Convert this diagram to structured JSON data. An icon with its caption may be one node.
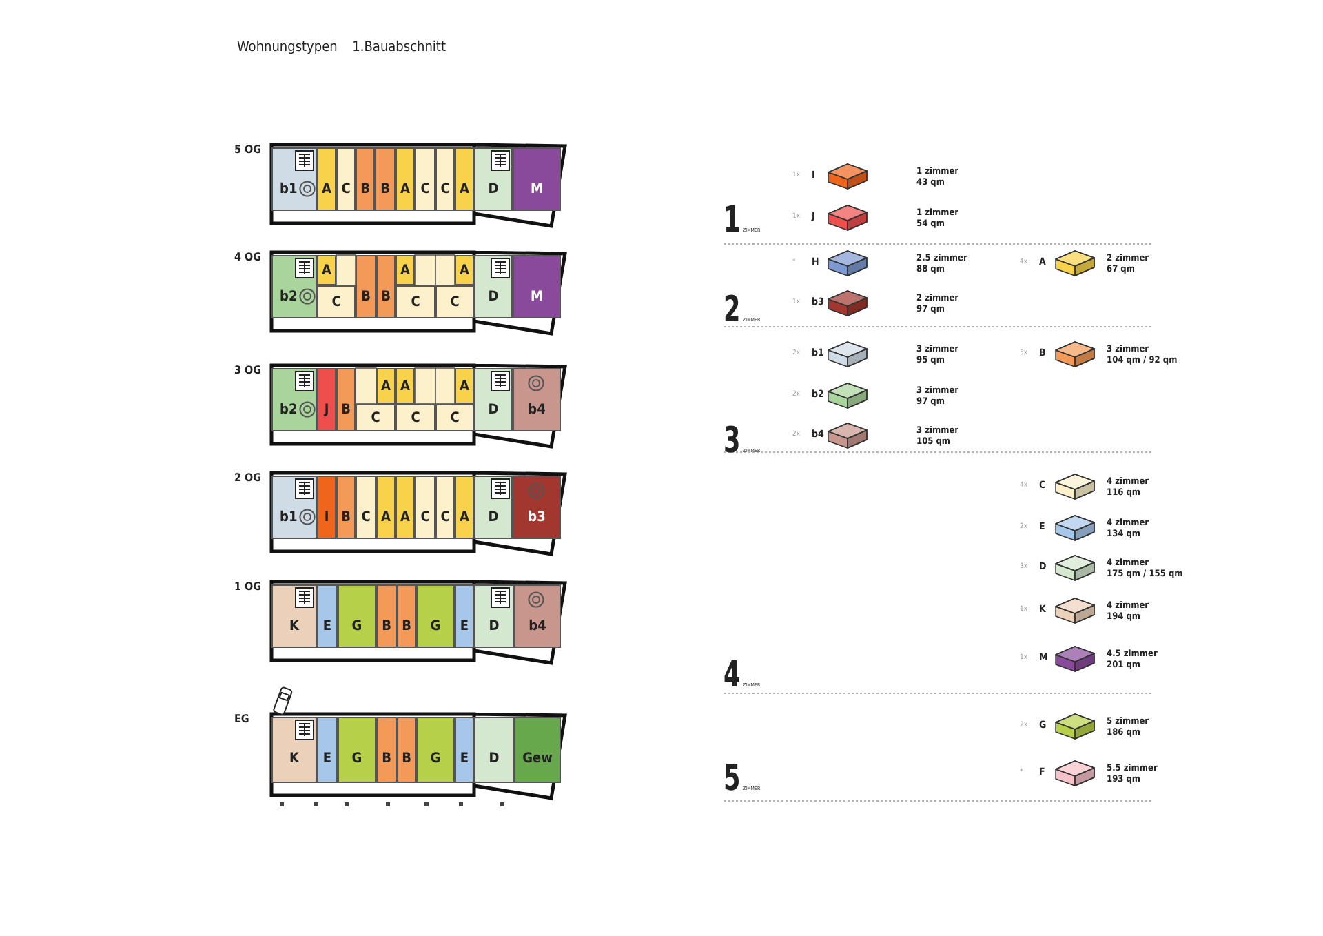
{
  "diagram": {
    "title": "Wohnungstypen 1.Bauabschnitt",
    "nodes": [
      {
        "text": [
          "b1"
        ]
      },
      {
        "text": [
          "A"
        ]
      },
      {
        "text": [
          "C"
        ]
      },
      {
        "text": [
          "B"
        ]
      },
      {
        "text": [
          "B"
        ]
      },
      {
        "text": [
          "A"
        ]
      },
      {
        "text": [
          "C"
        ]
      },
      {
        "text": [
          "C"
        ]
      },
      {
        "text": [
          "A"
        ]
      },
      {
        "text": [
          "D"
        ]
      },
      {
        "text": [
          "M"
        ]
      },
      {
        "text": [
          "b2"
        ]
      },
      {
        "text": [
          "A"
        ]
      },
      {
        "text": [
          "C"
        ]
      },
      {
        "text": [
          "B"
        ]
      },
      {
        "text": [
          "B"
        ]
      },
      {
        "text": [
          "A"
        ]
      },
      {
        "text": [
          "C"
        ]
      },
      {
        "text": [
          "A"
        ]
      },
      {
        "text": [
          "C"
        ]
      },
      {
        "text": [
          "D"
        ]
      },
      {
        "text": [
          "M"
        ]
      },
      {
        "text": [
          "b2"
        ]
      },
      {
        "text": [
          "J"
        ]
      },
      {
        "text": [
          "B"
        ]
      },
      {
        "text": [
          "C"
        ]
      },
      {
        "text": [
          "A"
        ]
      },
      {
        "text": [
          "A"
        ]
      },
      {
        "text": [
          "C"
        ]
      },
      {
        "text": [
          "A"
        ]
      },
      {
        "text": [
          "C"
        ]
      },
      {
        "text": [
          "D"
        ]
      },
      {
        "text": [
          "b4"
        ]
      },
      {
        "text": [
          "b1"
        ]
      },
      {
        "text": [
          "I"
        ]
      },
      {
        "text": [
          "B"
        ]
      },
      {
        "text": [
          "C"
        ]
      },
      {
        "text": [
          "A"
        ]
      },
      {
        "text": [
          "A"
        ]
      },
      {
        "text": [
          "C"
        ]
      },
      {
        "text": [
          "C"
        ]
      },
      {
        "text": [
          "A"
        ]
      },
      {
        "text": [
          "D"
        ]
      },
      {
        "text": [
          "b3"
        ]
      },
      {
        "text": [
          "K"
        ]
      },
      {
        "text": [
          "E"
        ]
      },
      {
        "text": [
          "G"
        ]
      },
      {
        "text": [
          "B"
        ]
      },
      {
        "text": [
          "B"
        ]
      },
      {
        "text": [
          "G"
        ]
      },
      {
        "text": [
          "E"
        ]
      },
      {
        "text": [
          "D"
        ]
      },
      {
        "text": [
          "b4"
        ]
      },
      {
        "text": [
          "K"
        ]
      },
      {
        "text": [
          "E"
        ]
      },
      {
        "text": [
          "G"
        ]
      },
      {
        "text": [
          "B"
        ]
      },
      {
        "text": [
          "B"
        ]
      },
      {
        "text": [
          "G"
        ]
      },
      {
        "text": [
          "E"
        ]
      },
      {
        "text": [
          "D"
        ]
      },
      {
        "text": [
          "Gew"
        ]
      }
    ],
    "labels": [
      "5 OG",
      "4 OG",
      "3 OG",
      "2 OG",
      "1 OG",
      "EG",
      "1x",
      "I",
      "1 zimmer",
      "43 qm",
      "1x",
      "J",
      "1 zimmer",
      "54 qm",
      "1",
      "ZIMMER",
      "*",
      "H",
      "2.5 zimmer",
      "88 qm",
      "4x",
      "A",
      "2 zimmer",
      "67 qm",
      "1x",
      "b3",
      "2 zimmer",
      "97 qm",
      "2",
      "ZIMMER",
      "2x",
      "b1",
      "3 zimmer",
      "95 qm",
      "5x",
      "B",
      "3 zimmer",
      "104 qm / 92 qm",
      "2x",
      "b2",
      "3 zimmer",
      "97 qm",
      "2x",
      "b4",
      "3 zimmer",
      "105 qm",
      "3",
      "ZIMMER",
      "4x",
      "C",
      "4 zimmer",
      "116 qm",
      "2x",
      "E",
      "4 zimmer",
      "134 qm",
      "3x",
      "D",
      "4 zimmer",
      "175 qm / 155 qm",
      "1x",
      "K",
      "4 zimmer",
      "194 qm",
      "1x",
      "M",
      "4.5 zimmer",
      "201 qm",
      "4",
      "ZIMMER",
      "2x",
      "G",
      "5 zimmer",
      "186 qm",
      "*",
      "F",
      "5.5 zimmer",
      "193 qm",
      "5",
      "ZIMMER"
    ]
  }
}
